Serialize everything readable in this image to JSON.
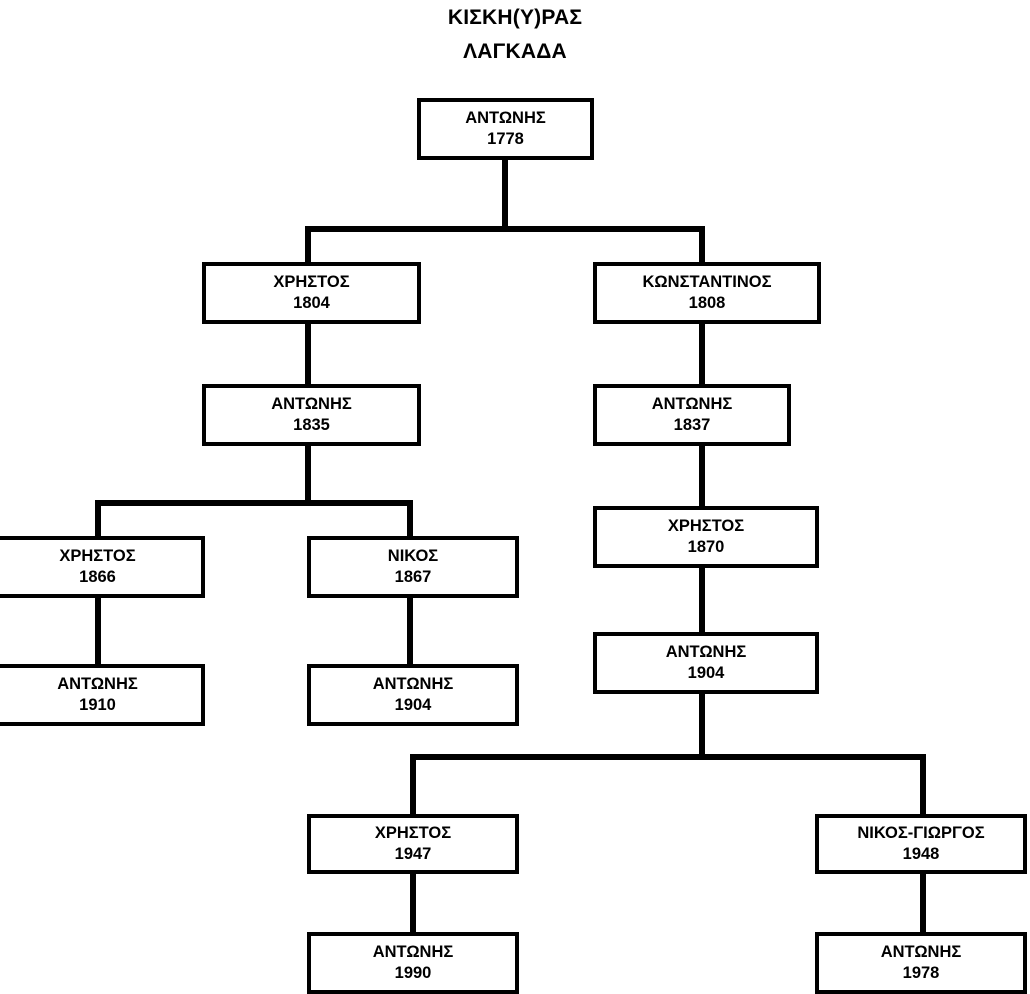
{
  "title": {
    "line1": "ΚΙΣΚΗ(Υ)ΡΑΣ",
    "line2": "ΛΑΓΚΑΔΑ"
  },
  "colors": {
    "background": "#ffffff",
    "box_border": "#000000",
    "connector": "#000000",
    "text": "#000000"
  },
  "chart_data": {
    "type": "diagram",
    "diagram_kind": "family-tree",
    "title": "ΚΙΣΚΗ(Υ)ΡΑΣ ΛΑΓΚΑΔΑ",
    "nodes": [
      {
        "id": "n1",
        "name": "ΑΝΤΩΝΗΣ",
        "year": "1778",
        "generation": 1,
        "parent": null
      },
      {
        "id": "n2",
        "name": "ΧΡΗΣΤΟΣ",
        "year": "1804",
        "generation": 2,
        "parent": "n1"
      },
      {
        "id": "n3",
        "name": "ΚΩΝΣΤΑΝΤΙΝΟΣ",
        "year": "1808",
        "generation": 2,
        "parent": "n1"
      },
      {
        "id": "n4",
        "name": "ΑΝΤΩΝΗΣ",
        "year": "1835",
        "generation": 3,
        "parent": "n2"
      },
      {
        "id": "n5",
        "name": "ΑΝΤΩΝΗΣ",
        "year": "1837",
        "generation": 3,
        "parent": "n3"
      },
      {
        "id": "n6",
        "name": "ΧΡΗΣΤΟΣ",
        "year": "1866",
        "generation": 4,
        "parent": "n4"
      },
      {
        "id": "n7",
        "name": "ΝΙΚΟΣ",
        "year": "1867",
        "generation": 4,
        "parent": "n4"
      },
      {
        "id": "n8",
        "name": "ΧΡΗΣΤΟΣ",
        "year": "1870",
        "generation": 4,
        "parent": "n5"
      },
      {
        "id": "n9",
        "name": "ΑΝΤΩΝΗΣ",
        "year": "1910",
        "generation": 5,
        "parent": "n6"
      },
      {
        "id": "n10",
        "name": "ΑΝΤΩΝΗΣ",
        "year": "1904",
        "generation": 5,
        "parent": "n7"
      },
      {
        "id": "n11",
        "name": "ΑΝΤΩΝΗΣ",
        "year": "1904",
        "generation": 5,
        "parent": "n8"
      },
      {
        "id": "n12",
        "name": "ΧΡΗΣΤΟΣ",
        "year": "1947",
        "generation": 6,
        "parent": "n11"
      },
      {
        "id": "n13",
        "name": "ΝΙΚΟΣ-ΓΙΩΡΓΟΣ",
        "year": "1948",
        "generation": 6,
        "parent": "n11"
      },
      {
        "id": "n14",
        "name": "ΑΝΤΩΝΗΣ",
        "year": "1990",
        "generation": 7,
        "parent": "n12"
      },
      {
        "id": "n15",
        "name": "ΑΝΤΩΝΗΣ",
        "year": "1978",
        "generation": 7,
        "parent": "n13"
      }
    ]
  }
}
